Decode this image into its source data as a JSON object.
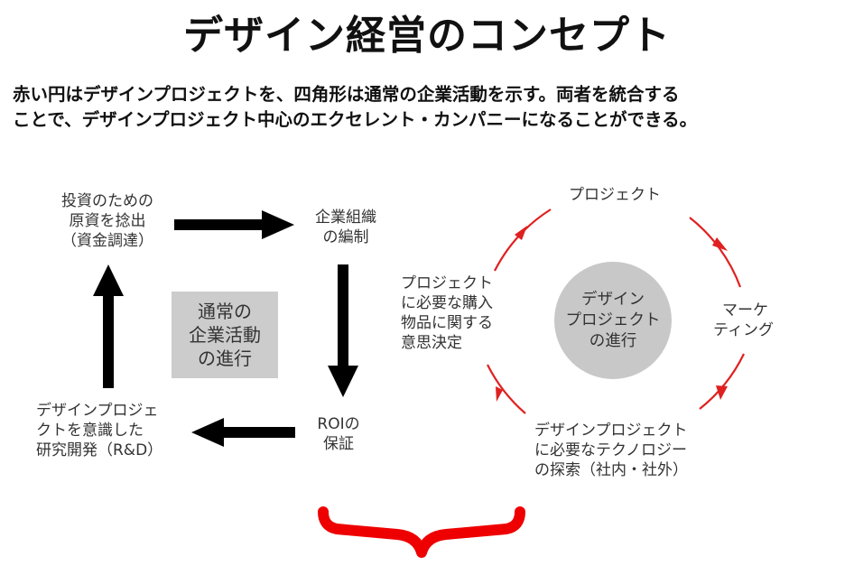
{
  "title": "デザイン経営のコンセプト",
  "lead": {
    "line1": "赤い円はデザインプロジェクトを、四角形は通常の企業活動を示す。両者を統合する",
    "line2": "ことで、デザインプロジェクト中心のエクセレント・カンパニーになることができる。"
  },
  "routine_cycle": {
    "center_box": [
      "通常の",
      "企業活動",
      "の進行"
    ],
    "nodes": {
      "investment": [
        "投資のための",
        "原資を捻出",
        "（資金調達）"
      ],
      "organization": [
        "企業組織",
        "の編制"
      ],
      "roi": [
        "ROIの",
        "保証"
      ],
      "rnd": [
        "デザインプロジェ",
        "クトを意識した",
        "研究開発（R&D）"
      ]
    }
  },
  "design_cycle": {
    "center": [
      "デザイン",
      "プロジェクト",
      "の進行"
    ],
    "nodes": {
      "project": "プロジェクト",
      "marketing": [
        "マーケ",
        "ティング"
      ],
      "technology": [
        "デザインプロジェクト",
        "に必要なテクノロジー",
        "の探索（社内・社外）"
      ],
      "purchasing": [
        "プロジェクト",
        "に必要な購入",
        "物品に関する",
        "意思決定"
      ]
    }
  },
  "colors": {
    "arc_red": "#e02020",
    "brace_red": "#ee0000",
    "box_gray": "#cccccc",
    "arrow_black": "#000000"
  },
  "icons": {
    "brace": "curly-brace-down"
  }
}
